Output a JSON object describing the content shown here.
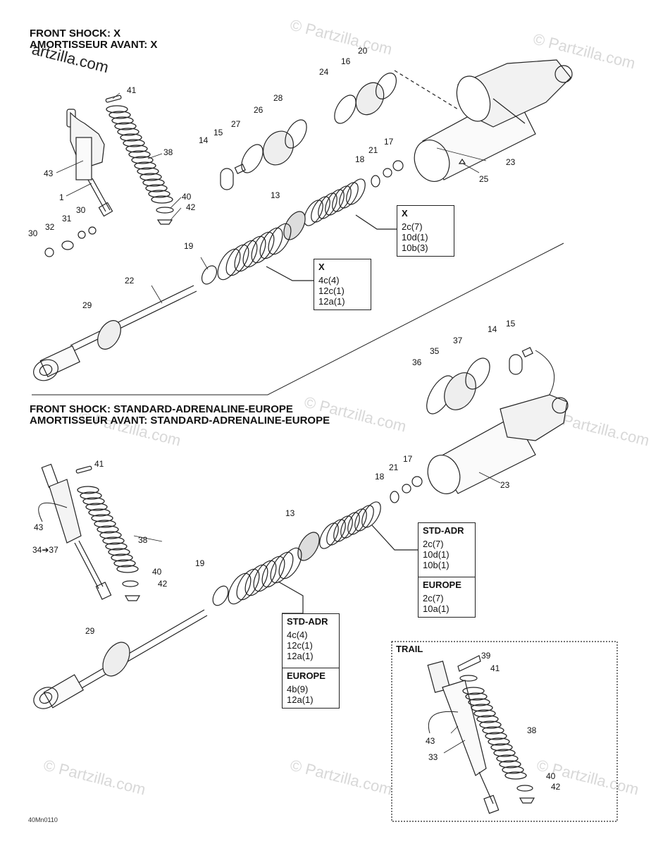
{
  "titles": {
    "top_en": "FRONT SHOCK: X",
    "top_fr": "AMORTISSEUR AVANT: X",
    "bottom_en": "FRONT SHOCK: STANDARD-ADRENALINE-EUROPE",
    "bottom_fr": "AMORTISSEUR AVANT: STANDARD-ADRENALINE-EUROPE"
  },
  "watermark": "© Partzilla.com",
  "corner_watermark": "artzilla.com",
  "drawing_code": "40Mn0110",
  "callouts_top": [
    "41",
    "43",
    "38",
    "1",
    "40",
    "42",
    "30",
    "31",
    "32",
    "30",
    "14",
    "15",
    "27",
    "26",
    "28",
    "24",
    "16",
    "20",
    "23",
    "25",
    "17",
    "21",
    "18",
    "13",
    "19",
    "22",
    "29"
  ],
  "callouts_bottom": [
    "14",
    "15",
    "36",
    "35",
    "37",
    "41",
    "23",
    "17",
    "21",
    "18",
    "43",
    "34➔37",
    "13",
    "38",
    "40",
    "42",
    "19",
    "29"
  ],
  "callouts_trail": [
    "39",
    "41",
    "38",
    "43",
    "33",
    "40",
    "42"
  ],
  "spec_boxes": [
    {
      "id": "top-spring-box",
      "sections": [
        {
          "header": "X",
          "lines": [
            "2c(7)",
            "10d(1)",
            "10b(3)"
          ]
        }
      ]
    },
    {
      "id": "top-stack-box",
      "sections": [
        {
          "header": "X",
          "lines": [
            "4c(4)",
            "12c(1)",
            "12a(1)"
          ]
        }
      ]
    },
    {
      "id": "bottom-spring-box",
      "sections": [
        {
          "header": "STD-ADR",
          "lines": [
            "2c(7)",
            "10d(1)",
            "10b(1)"
          ]
        },
        {
          "header": "EUROPE",
          "lines": [
            "2c(7)",
            "10a(1)"
          ]
        }
      ]
    },
    {
      "id": "bottom-stack-box",
      "sections": [
        {
          "header": "STD-ADR",
          "lines": [
            "4c(4)",
            "12c(1)",
            "12a(1)"
          ]
        },
        {
          "header": "EUROPE",
          "lines": [
            "4b(9)",
            "12a(1)"
          ]
        }
      ]
    }
  ],
  "trail_label": "TRAIL"
}
